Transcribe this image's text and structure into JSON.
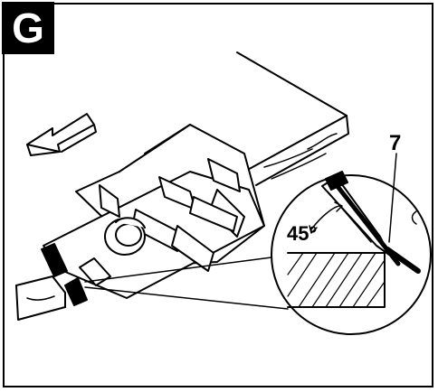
{
  "figure": {
    "letter": "G",
    "callout_number": "7",
    "angle_label": "45°"
  }
}
